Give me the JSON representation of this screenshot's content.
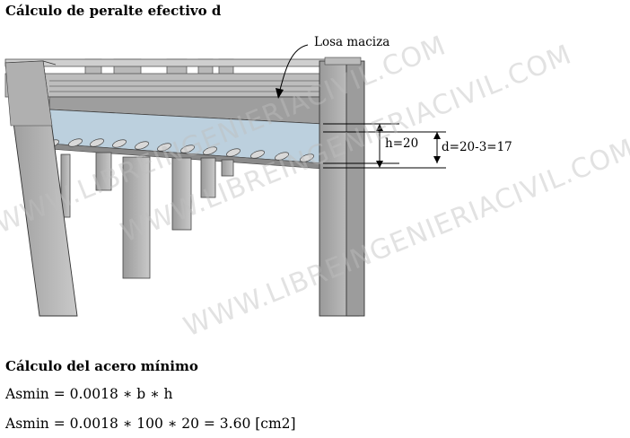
{
  "section1": {
    "title": "Cálculo de peralte efectivo d"
  },
  "diagram": {
    "slab_label": "Losa maciza",
    "h_label": "h=20",
    "d_label": "d=20-3=17",
    "watermark": "WWW.LIBREINGENIERIACIVIL.COM"
  },
  "section2": {
    "title": "Cálculo del acero mínimo",
    "formula1": "Asmin = 0.0018 ∗ b ∗ h",
    "formula2": "Asmin = 0.0018 ∗ 100 ∗ 20 = 3.60 [cm2]"
  }
}
